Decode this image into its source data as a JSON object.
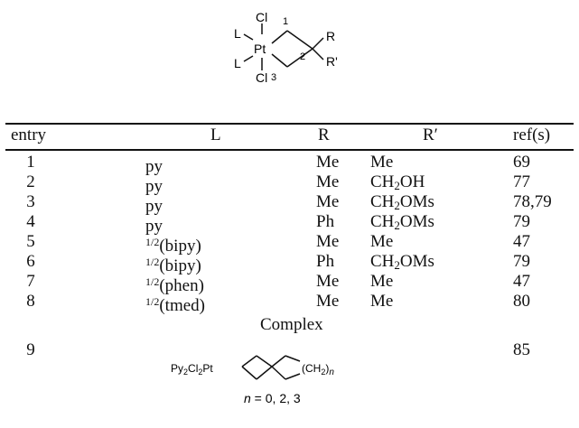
{
  "structure_top": {
    "labels": {
      "cl_top": "Cl",
      "cl_bottom": "Cl",
      "pt": "Pt",
      "l_top": "L",
      "l_bottom": "L",
      "pos1": "1",
      "pos2": "2",
      "pos3": "3",
      "r": "R",
      "r_prime": "R'"
    }
  },
  "table": {
    "headers": {
      "entry": "entry",
      "l": "L",
      "r": "R",
      "r_prime": "R′",
      "refs": "ref(s)"
    },
    "rows": [
      {
        "entry": "1",
        "l_pre": "",
        "l_main": "py",
        "r": "Me",
        "rp_a": "Me",
        "rp_sub": "",
        "rp_b": "",
        "ref": "69"
      },
      {
        "entry": "2",
        "l_pre": "",
        "l_main": "py",
        "r": "Me",
        "rp_a": "CH",
        "rp_sub": "2",
        "rp_b": "OH",
        "ref": "77"
      },
      {
        "entry": "3",
        "l_pre": "",
        "l_main": "py",
        "r": "Me",
        "rp_a": "CH",
        "rp_sub": "2",
        "rp_b": "OMs",
        "ref": "78,79"
      },
      {
        "entry": "4",
        "l_pre": "",
        "l_main": "py",
        "r": "Ph",
        "rp_a": "CH",
        "rp_sub": "2",
        "rp_b": "OMs",
        "ref": "79"
      },
      {
        "entry": "5",
        "l_pre": "1/2",
        "l_main": "(bipy)",
        "r": "Me",
        "rp_a": "Me",
        "rp_sub": "",
        "rp_b": "",
        "ref": "47"
      },
      {
        "entry": "6",
        "l_pre": "1/2",
        "l_main": "(bipy)",
        "r": "Ph",
        "rp_a": "CH",
        "rp_sub": "2",
        "rp_b": "OMs",
        "ref": "79"
      },
      {
        "entry": "7",
        "l_pre": "1/2",
        "l_main": "(phen)",
        "r": "Me",
        "rp_a": "Me",
        "rp_sub": "",
        "rp_b": "",
        "ref": "47"
      },
      {
        "entry": "8",
        "l_pre": "1/2",
        "l_main": "(tmed)",
        "r": "Me",
        "rp_a": "Me",
        "rp_sub": "",
        "rp_b": "",
        "ref": "80"
      }
    ],
    "complex_label": "Complex",
    "complex_row": {
      "entry": "9",
      "ref": "85",
      "formula_a": "Py",
      "formula_sub1": "2",
      "formula_b": "Cl",
      "formula_sub2": "2",
      "formula_c": "Pt",
      "chain_a": "(CH",
      "chain_sub": "2",
      "chain_b": ")",
      "chain_n": "n",
      "n_var": "n",
      "n_values": " = 0, 2, 3"
    }
  }
}
